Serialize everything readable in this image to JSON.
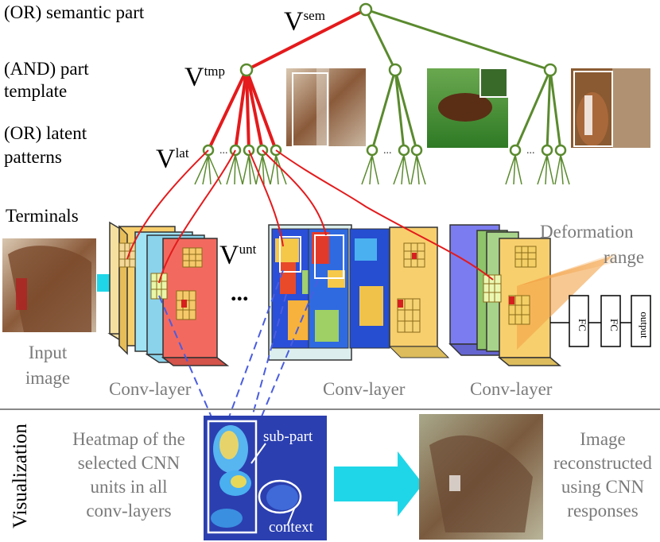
{
  "labels": {
    "or_semantic": "(OR) semantic part",
    "and_template_1": "(AND) part",
    "and_template_2": "template",
    "or_latent_1": "(OR) latent",
    "or_latent_2": "patterns",
    "terminals": "Terminals",
    "input_image_1": "Input",
    "input_image_2": "image",
    "conv_layer_1": "Conv-layer",
    "conv_layer_2": "Conv-layer",
    "conv_layer_3": "Conv-layer",
    "deformation_1": "Deformation",
    "deformation_2": "range",
    "ellipsis": "...",
    "fc1": "FC",
    "fc2": "FC",
    "output": "output",
    "visualization": "Visualization",
    "heatmap_desc": [
      "Heatmap of the",
      "selected CNN",
      "units in all",
      "conv-layers"
    ],
    "sub_part": "sub-part",
    "context": "context",
    "recon_desc": [
      "Image",
      "reconstructed",
      "using CNN",
      "responses"
    ]
  },
  "nodes": {
    "v_sem": {
      "base": "V",
      "sup": "sem"
    },
    "v_tmp": {
      "base": "V",
      "sup": "tmp"
    },
    "v_lat": {
      "base": "V",
      "sup": "lat"
    },
    "v_unt": {
      "base": "V",
      "sup": "unt"
    }
  },
  "colors": {
    "selected_path": "#e41a1c",
    "tree_green": "#5a8a2e",
    "arrow_cyan": "#1fd6e8",
    "dashed_blue": "#4a5de0",
    "conv_red": "#f26a5f",
    "conv_yellow": "#f7cf6d",
    "conv_blue": "#7b7cf0",
    "conv_green": "#8fc46a",
    "conv_cyan": "#9fe3f5"
  }
}
